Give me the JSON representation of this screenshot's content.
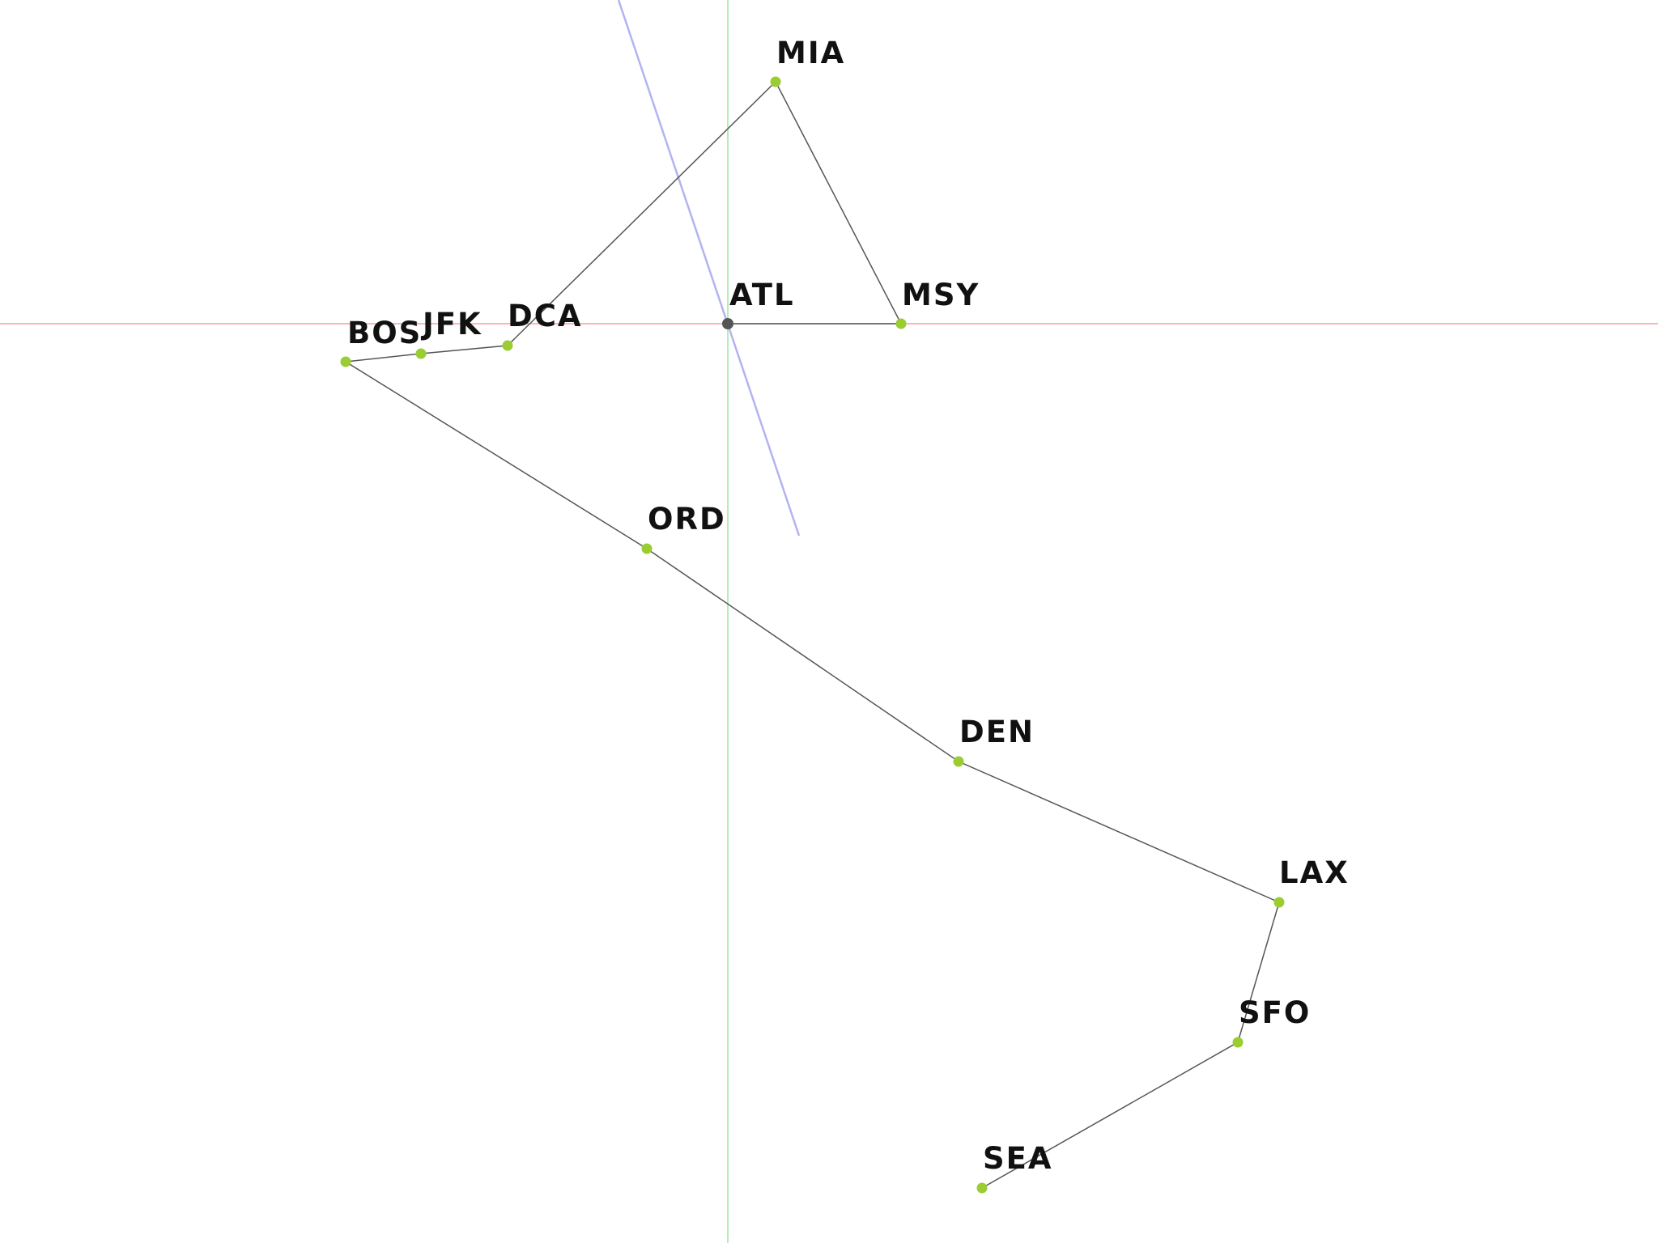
{
  "diagram": {
    "center_city": "ATL",
    "colors": {
      "background": "#ffffff",
      "horizontal_axis": "#ff9a9a",
      "vertical_axis": "#9ae89a",
      "direction_line": "#9a9aee",
      "route_line": "#555555",
      "city_node": "#9acd32",
      "center_node": "#555555",
      "label": "#111111"
    },
    "cities": [
      {
        "code": "MIA"
      },
      {
        "code": "MSY"
      },
      {
        "code": "ATL"
      },
      {
        "code": "DCA"
      },
      {
        "code": "JFK"
      },
      {
        "code": "BOS"
      },
      {
        "code": "ORD"
      },
      {
        "code": "DEN"
      },
      {
        "code": "LAX"
      },
      {
        "code": "SFO"
      },
      {
        "code": "SEA"
      }
    ],
    "route": [
      "ATL",
      "MSY",
      "MIA",
      "DCA",
      "JFK",
      "BOS",
      "ORD",
      "DEN",
      "LAX",
      "SFO",
      "SEA"
    ]
  }
}
